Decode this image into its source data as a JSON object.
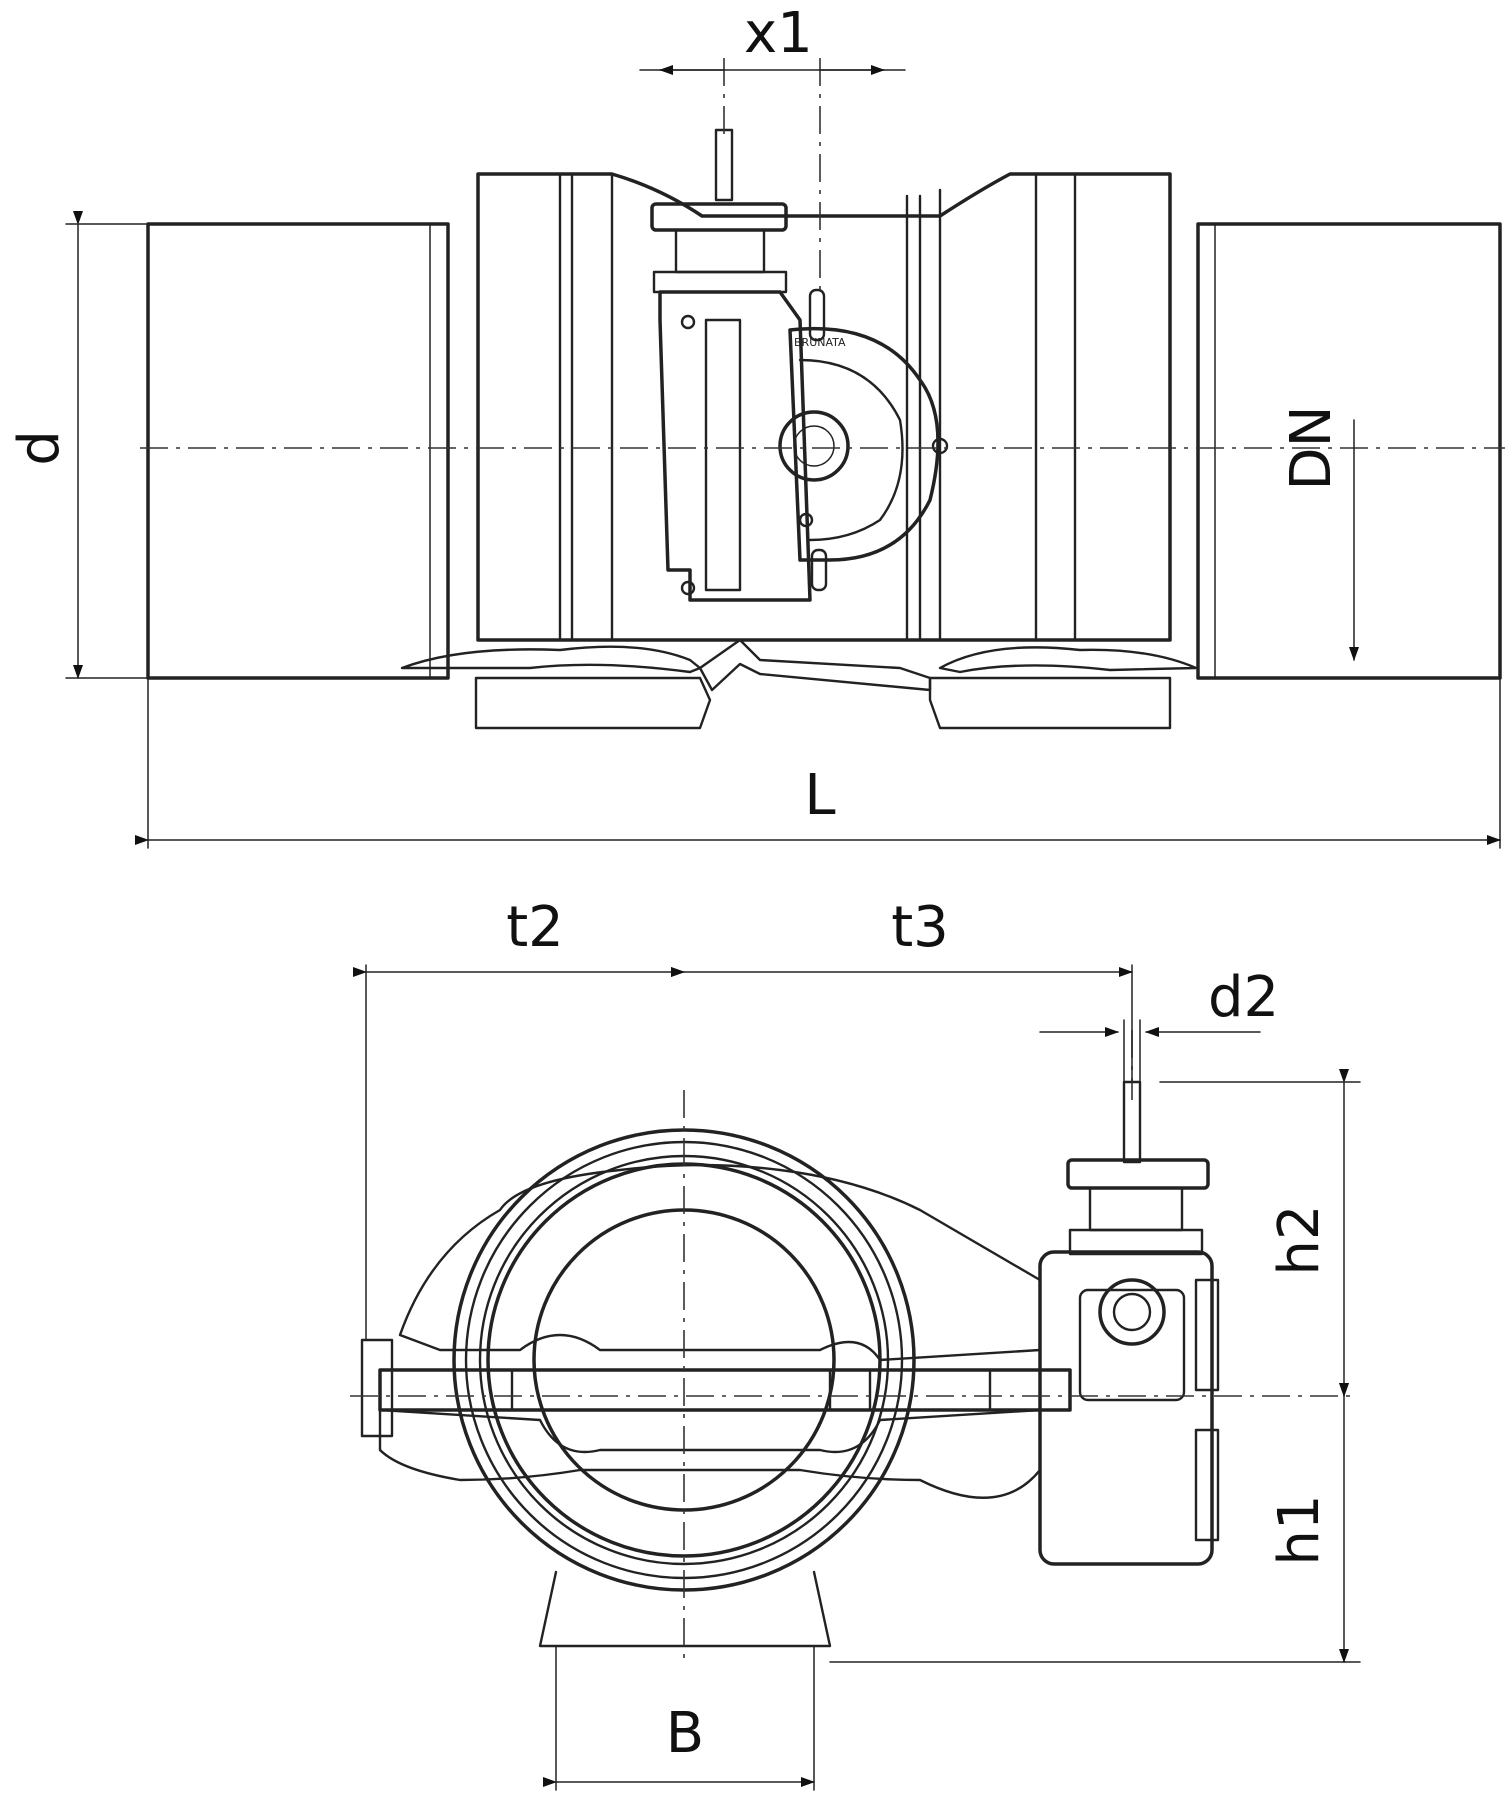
{
  "labels": {
    "x1": "x1",
    "d": "d",
    "DN": "DN",
    "L": "L",
    "t2": "t2",
    "t3": "t3",
    "d2": "d2",
    "h2": "h2",
    "h1": "h1",
    "B": "B"
  },
  "stamp_text": "BRUNATA"
}
